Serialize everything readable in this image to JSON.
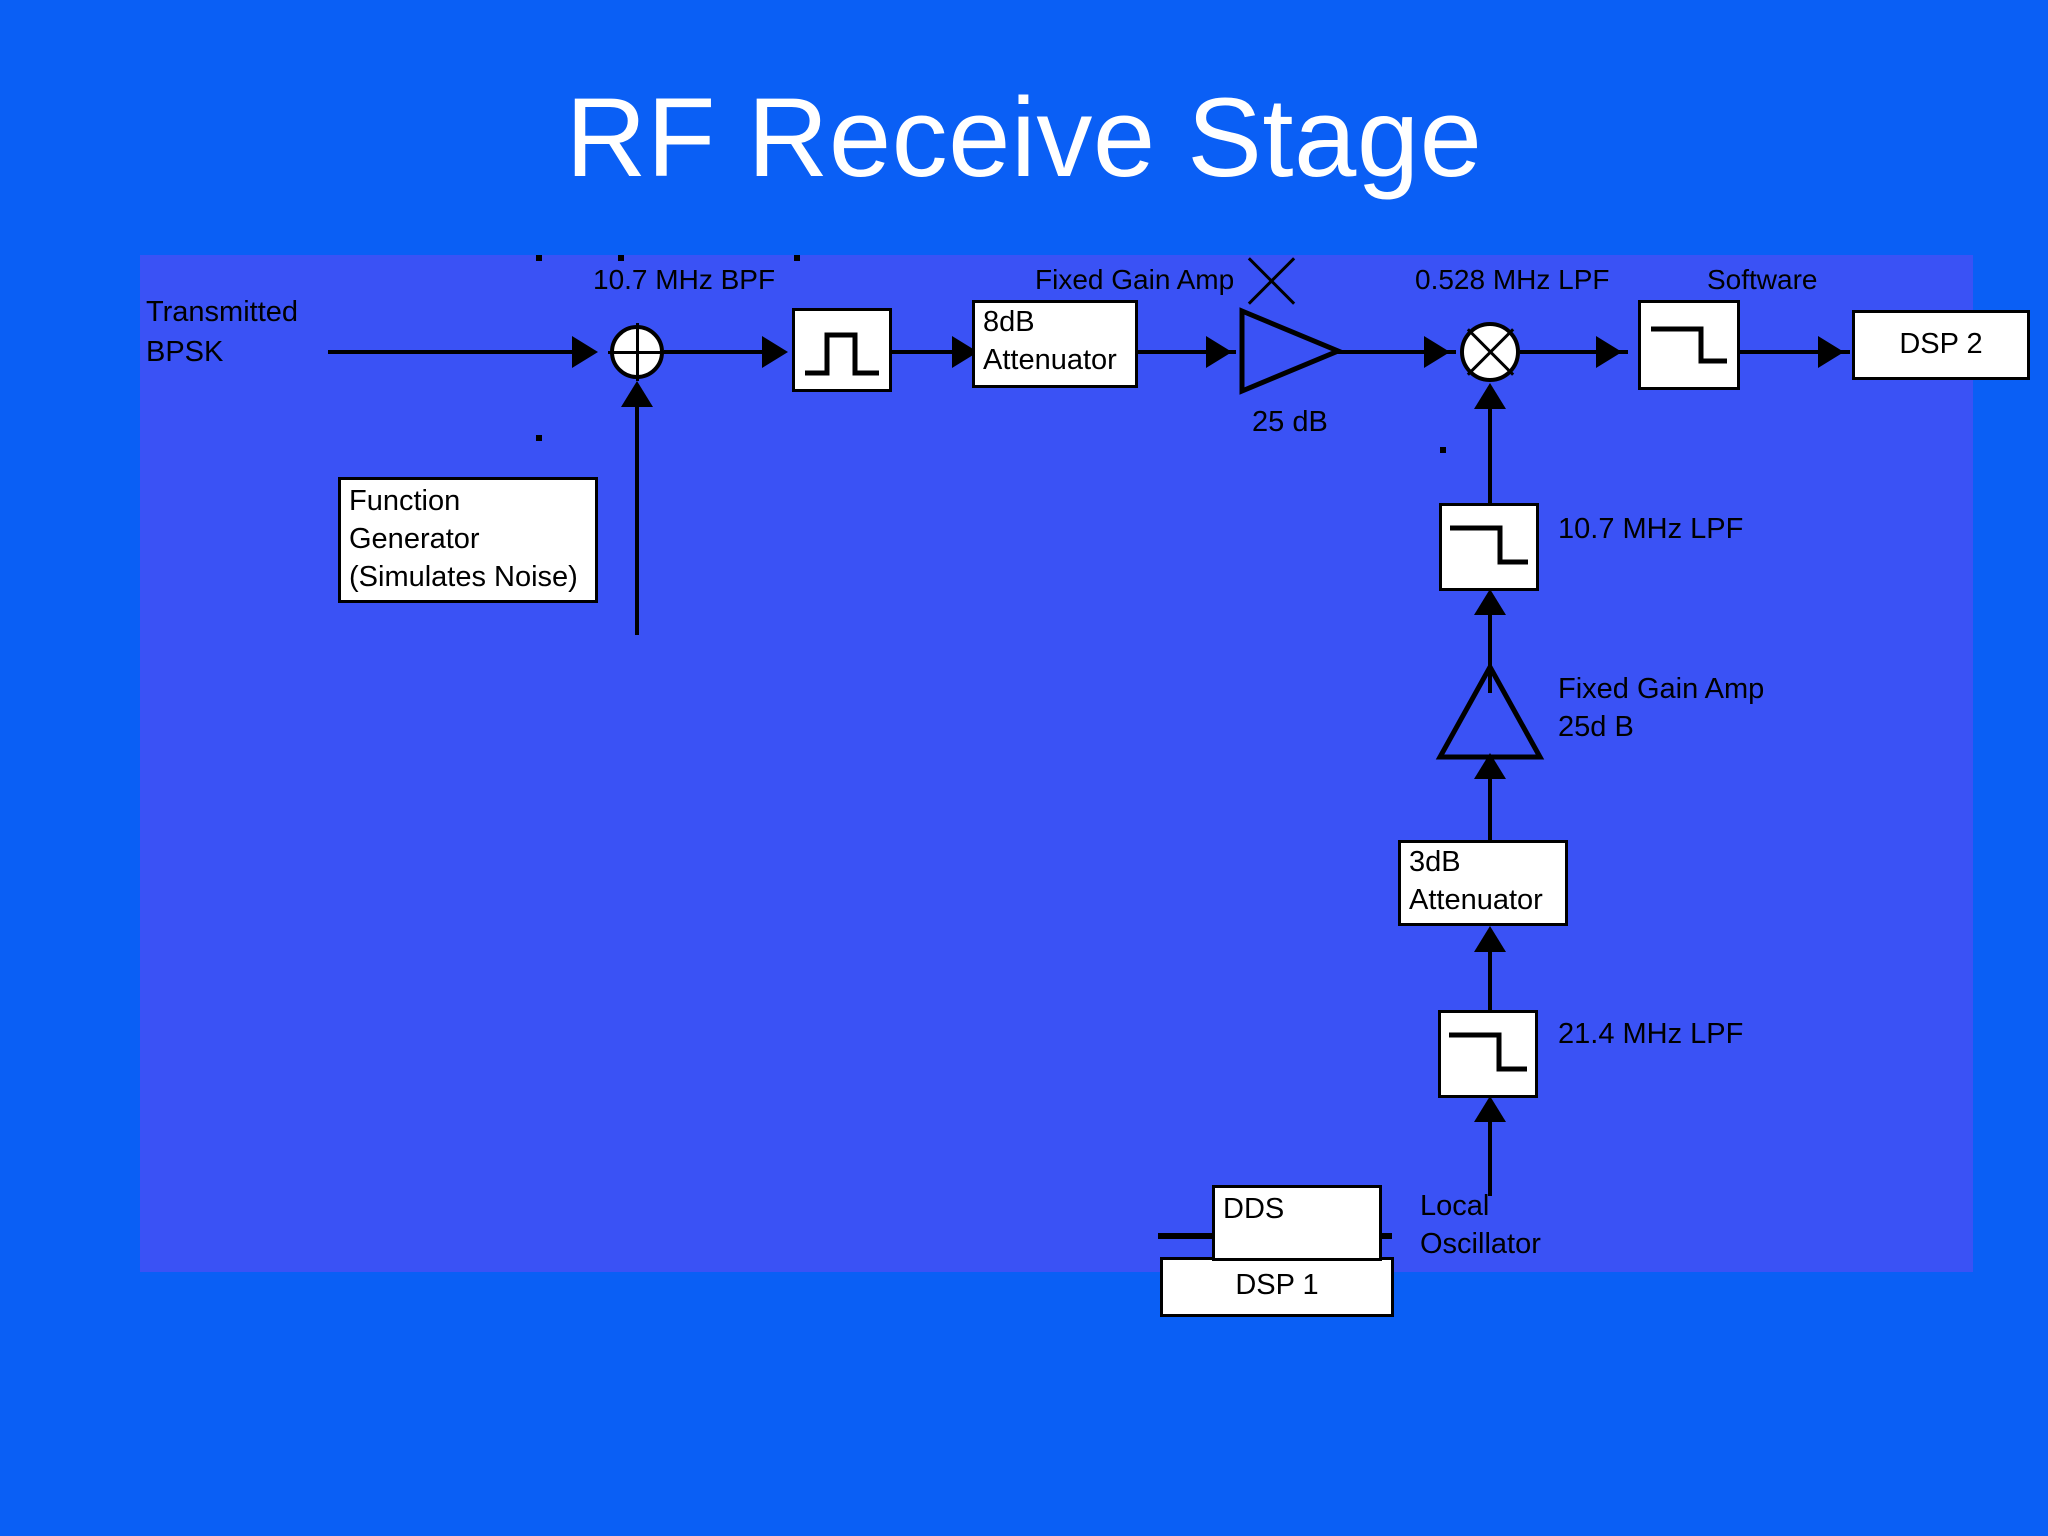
{
  "slide": {
    "title": "RF Receive Stage",
    "title_color": "#ffffff",
    "background_color": "#0a5ff5",
    "panel_color": "#3a52f5"
  },
  "diagram": {
    "type": "block-diagram",
    "signal_path_labels": {
      "input": "Transmitted\nBPSK",
      "input_line1": "Transmitted",
      "input_line2": "BPSK",
      "bpf": "10.7 MHz BPF",
      "fixed_gain_amp_top": "Fixed Gain Amp",
      "fixed_gain_amp_top_gain": "25 dB",
      "lpf_output": "0.528 MHz LPF",
      "software": "Software"
    },
    "lo_path_labels": {
      "lpf_10_7": "10.7 MHz LPF",
      "fixed_gain_amp_lo": "Fixed Gain Amp",
      "fixed_gain_amp_lo_gain": "25d B",
      "lpf_21_4": "21.4 MHz LPF",
      "local_oscillator_line1": "Local",
      "local_oscillator_line2": "Oscillator"
    },
    "blocks": [
      {
        "id": "function-generator",
        "lines": [
          "Function",
          "Generator",
          "(Simulates Noise)"
        ]
      },
      {
        "id": "attenuator-8db",
        "lines": [
          "8dB",
          "Attenuator"
        ]
      },
      {
        "id": "dsp2",
        "lines": [
          "DSP 2"
        ]
      },
      {
        "id": "attenuator-3db",
        "lines": [
          "3dB",
          "Attenuator"
        ]
      },
      {
        "id": "dds",
        "lines": [
          "DDS"
        ]
      },
      {
        "id": "dsp1",
        "lines": [
          "DSP 1"
        ]
      }
    ],
    "block_text": {
      "function_generator_l1": "Function",
      "function_generator_l2": "Generator",
      "function_generator_l3": "(Simulates Noise)",
      "attenuator8_l1": "8dB",
      "attenuator8_l2": "Attenuator",
      "dsp2": "DSP 2",
      "attenuator3_l1": "3dB",
      "attenuator3_l2": "Attenuator",
      "dds": "DDS",
      "dsp1": "DSP 1"
    },
    "symbols": {
      "summing_junction": "circle-plus-icon",
      "mixer": "circle-cross-icon",
      "amplifier": "triangle-amp-icon",
      "bandpass_filter": "bandpass-glyph-icon",
      "lowpass_filter": "lowpass-glyph-icon",
      "arrow": "arrow-icon"
    }
  }
}
